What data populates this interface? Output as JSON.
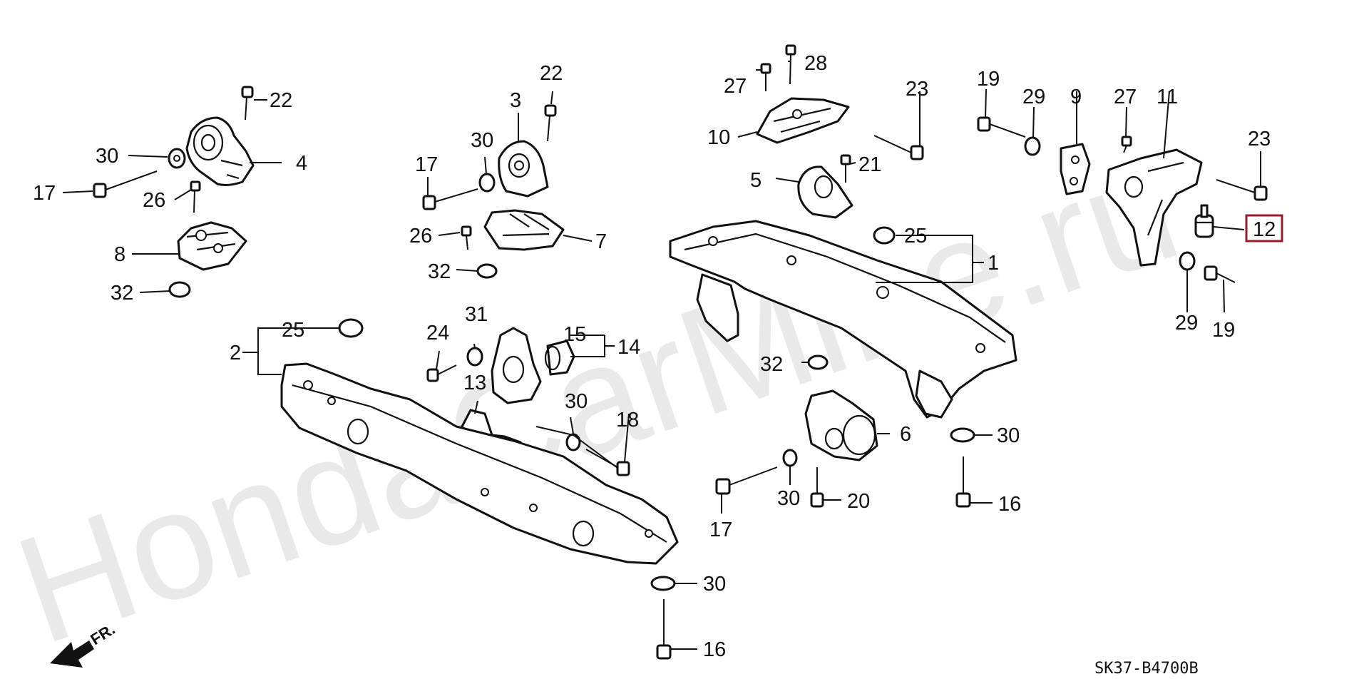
{
  "watermark": "HondaCarMine.ru",
  "diagram_code": "SK37-B4700B",
  "direction_label": "FR.",
  "highlight_color": "#9b1b2e",
  "callouts": {
    "c1": "1",
    "c2": "2",
    "c3": "3",
    "c4": "4",
    "c5": "5",
    "c6": "6",
    "c7": "7",
    "c8": "8",
    "c9": "9",
    "c10": "10",
    "c11": "11",
    "c12": "12",
    "c13": "13",
    "c14": "14",
    "c15": "15",
    "c16": "16",
    "c17": "17",
    "c18": "18",
    "c19": "19",
    "c20": "20",
    "c21": "21",
    "c22": "22",
    "c23": "23",
    "c24": "24",
    "c25": "25",
    "c26": "26",
    "c27": "27",
    "c28": "28",
    "c29": "29",
    "c30": "30",
    "c31": "31",
    "c32": "32"
  }
}
